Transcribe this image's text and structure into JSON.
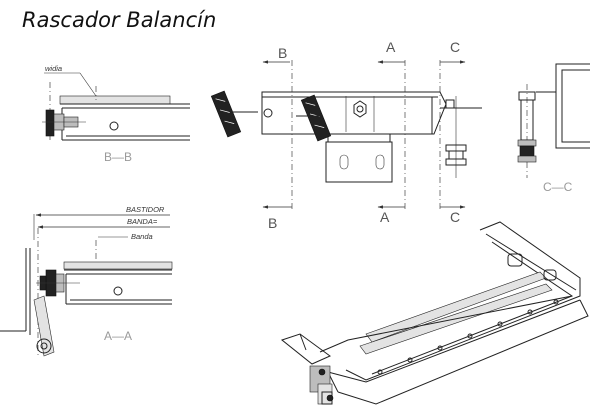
{
  "title": "Rascador Balancín",
  "labels": {
    "widia": "widia",
    "bastidor": "BASTIDOR",
    "banda_eq": "BANDA=",
    "banda": "Banda",
    "section_bb": "B—B",
    "section_aa": "A—A",
    "section_cc": "C—C",
    "b": "B",
    "a": "A",
    "c": "C"
  },
  "colors": {
    "ink": "#222222",
    "gray_label": "#9a9a9a",
    "fill_gray": "#bdbdbd"
  }
}
